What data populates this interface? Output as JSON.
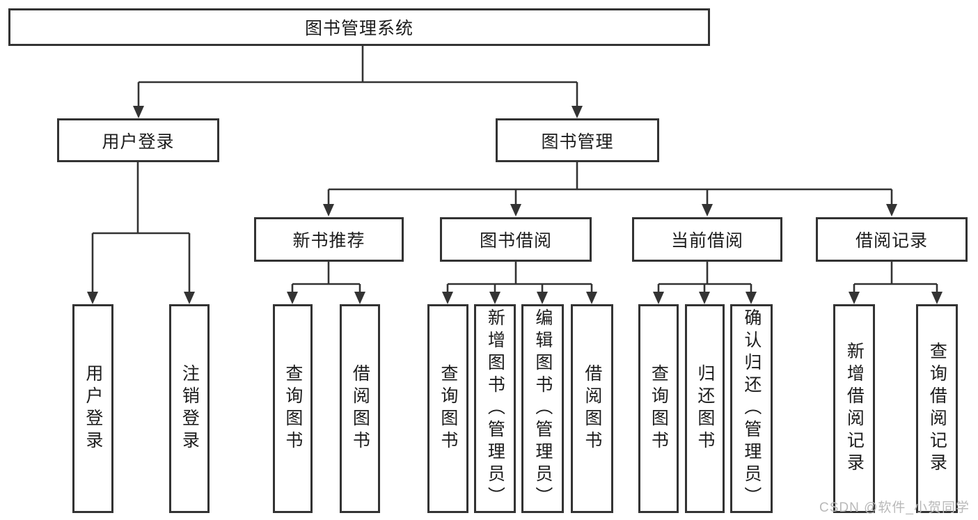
{
  "colors": {
    "line": "#333333",
    "box_border": "#333333",
    "text": "#1c1c1c",
    "watermark": "#b9b9b9",
    "background": "#ffffff"
  },
  "watermark": {
    "text": "CSDN @软件_小贺同学"
  },
  "tree": {
    "root": "图书管理系统",
    "children": [
      {
        "label": "用户登录",
        "children": [
          "用户登录",
          "注销登录"
        ]
      },
      {
        "label": "图书管理",
        "children": [
          {
            "label": "新书推荐",
            "children": [
              "查询图书",
              "借阅图书"
            ]
          },
          {
            "label": "图书借阅",
            "children": [
              "查询图书",
              "新增图书（管理员）",
              "编辑图书（管理员）",
              "借阅图书"
            ]
          },
          {
            "label": "当前借阅",
            "children": [
              "查询图书",
              "归还图书",
              "确认归还（管理员）"
            ]
          },
          {
            "label": "借阅记录",
            "children": [
              "新增借阅记录",
              "查询借阅记录"
            ]
          }
        ]
      }
    ]
  }
}
